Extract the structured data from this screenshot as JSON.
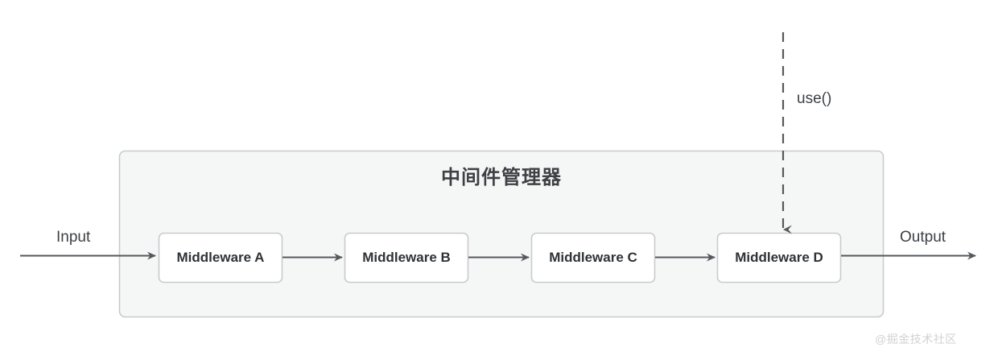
{
  "diagram": {
    "title": "中间件管理器",
    "container": {
      "fill": "#f5f6f6",
      "border": "#c9cbcc"
    },
    "flow": {
      "input_label": "Input",
      "output_label": "Output",
      "arrow_color": "#56595c"
    },
    "nodes": [
      {
        "id": "middleware-a",
        "label": "Middleware A"
      },
      {
        "id": "middleware-b",
        "label": "Middleware B"
      },
      {
        "id": "middleware-c",
        "label": "Middleware C"
      },
      {
        "id": "middleware-d",
        "label": "Middleware D"
      }
    ],
    "node_style": {
      "fill": "#ffffff",
      "border": "#c9cbcc",
      "text_color": "#2f3336"
    },
    "injection": {
      "label": "use()",
      "line_style": "dashed",
      "target": "Middleware D",
      "color": "#56595c"
    },
    "watermark": "@掘金技术社区"
  }
}
